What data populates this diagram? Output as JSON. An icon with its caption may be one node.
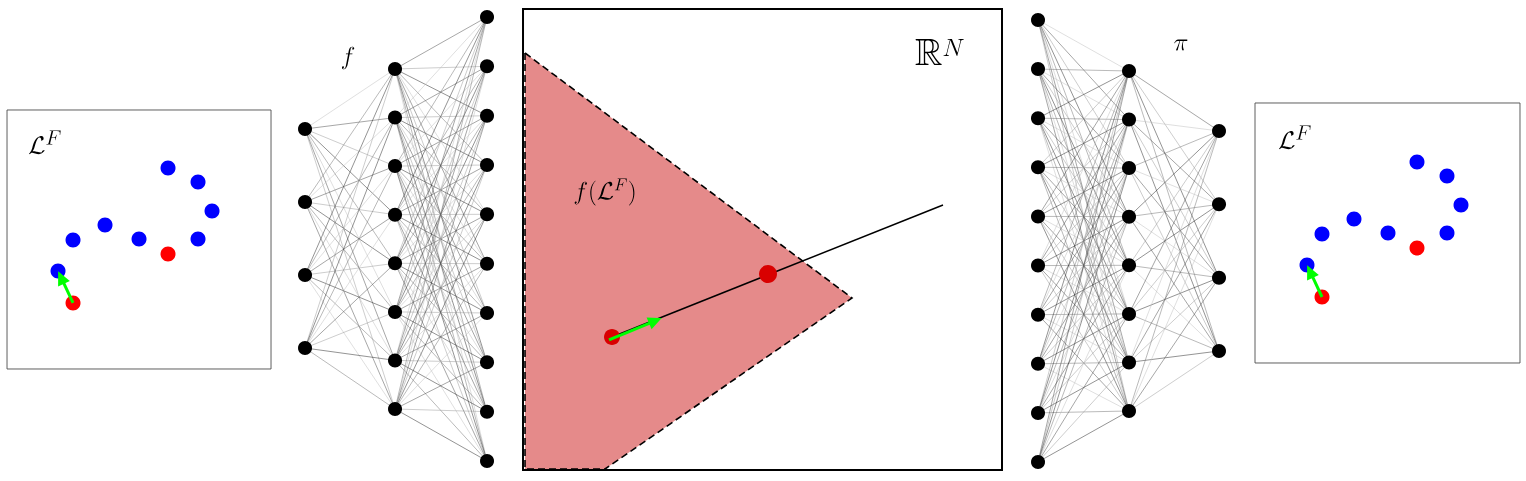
{
  "diagram": {
    "nodes": [
      {
        "text": [
          "\\mathcal{L}^F"
        ]
      },
      {
        "text": [
          "\\mathbb{R}^N"
        ]
      },
      {
        "text": [
          "f(\\mathcal{L}^F)"
        ],
        "in": 1
      },
      {
        "text": [
          "\\mathcal{L}^F"
        ]
      }
    ],
    "labels": [
      "f",
      "\\pi"
    ]
  }
}
